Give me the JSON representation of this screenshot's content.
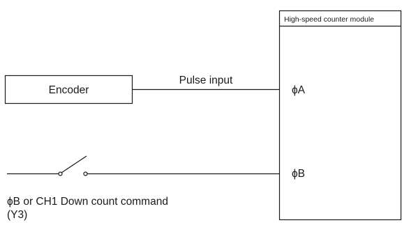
{
  "module": {
    "title": "High-speed counter module",
    "ports": {
      "a": "ϕA",
      "b": "ϕB"
    }
  },
  "encoder": {
    "label": "Encoder"
  },
  "wire": {
    "pulse_label": "Pulse input"
  },
  "switch": {
    "caption_line1": "ϕB or CH1 Down count command",
    "caption_line2": "(Y3)"
  }
}
